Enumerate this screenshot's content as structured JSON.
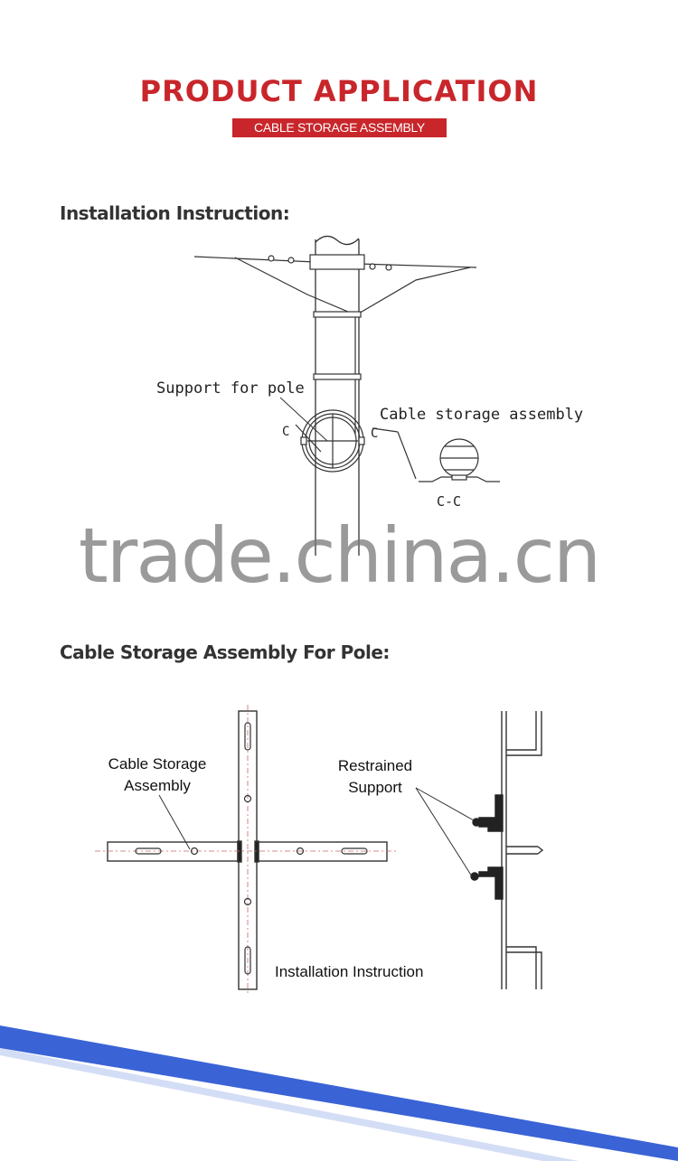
{
  "header": {
    "title": "PRODUCT APPLICATION",
    "subtitle": "CABLE STORAGE ASSEMBLY"
  },
  "section1": {
    "title": "Installation Instruction:",
    "labels": {
      "support_for_pole": "Support for pole",
      "cable_storage_assembly": "Cable storage assembly",
      "section_c_left": "C",
      "section_c_right": "C",
      "section_cc": "C-C"
    }
  },
  "watermark": {
    "text": "trade.china.cn"
  },
  "section2": {
    "title": "Cable Storage Assembly For Pole:",
    "labels": {
      "cable_storage_assembly": "Cable Storage Assembly",
      "restrained_support": "Restrained Support",
      "installation_instruction": "Installation Instruction"
    }
  },
  "colors": {
    "accent_red": "#c8262b",
    "stripe_blue": "#3a63d6"
  }
}
